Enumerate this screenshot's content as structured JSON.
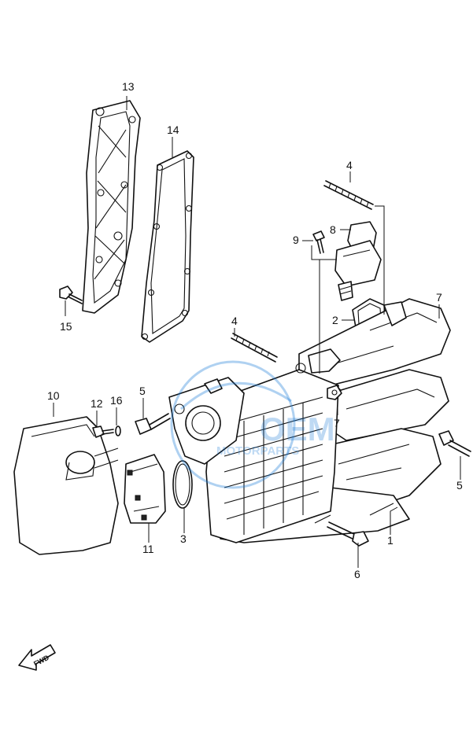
{
  "callouts": [
    {
      "id": "c1",
      "text": "1"
    },
    {
      "id": "c2",
      "text": "2"
    },
    {
      "id": "c3",
      "text": "3"
    },
    {
      "id": "c4a",
      "text": "4"
    },
    {
      "id": "c4b",
      "text": "4"
    },
    {
      "id": "c5a",
      "text": "5"
    },
    {
      "id": "c5b",
      "text": "5"
    },
    {
      "id": "c6",
      "text": "6"
    },
    {
      "id": "c7a",
      "text": "7"
    },
    {
      "id": "c7b",
      "text": "7"
    },
    {
      "id": "c8",
      "text": "8"
    },
    {
      "id": "c9",
      "text": "9"
    },
    {
      "id": "c10",
      "text": "10"
    },
    {
      "id": "c11",
      "text": "11"
    },
    {
      "id": "c12",
      "text": "12"
    },
    {
      "id": "c13",
      "text": "13"
    },
    {
      "id": "c14",
      "text": "14"
    },
    {
      "id": "c15",
      "text": "15"
    },
    {
      "id": "c16",
      "text": "16"
    }
  ],
  "direction_arrow": {
    "label": "FWD"
  },
  "watermark": {
    "brand": "OEM",
    "tagline": "MOTORPARTS",
    "color": "#1b7bd6"
  },
  "colors": {
    "line": "#111111",
    "background": "#ffffff"
  }
}
